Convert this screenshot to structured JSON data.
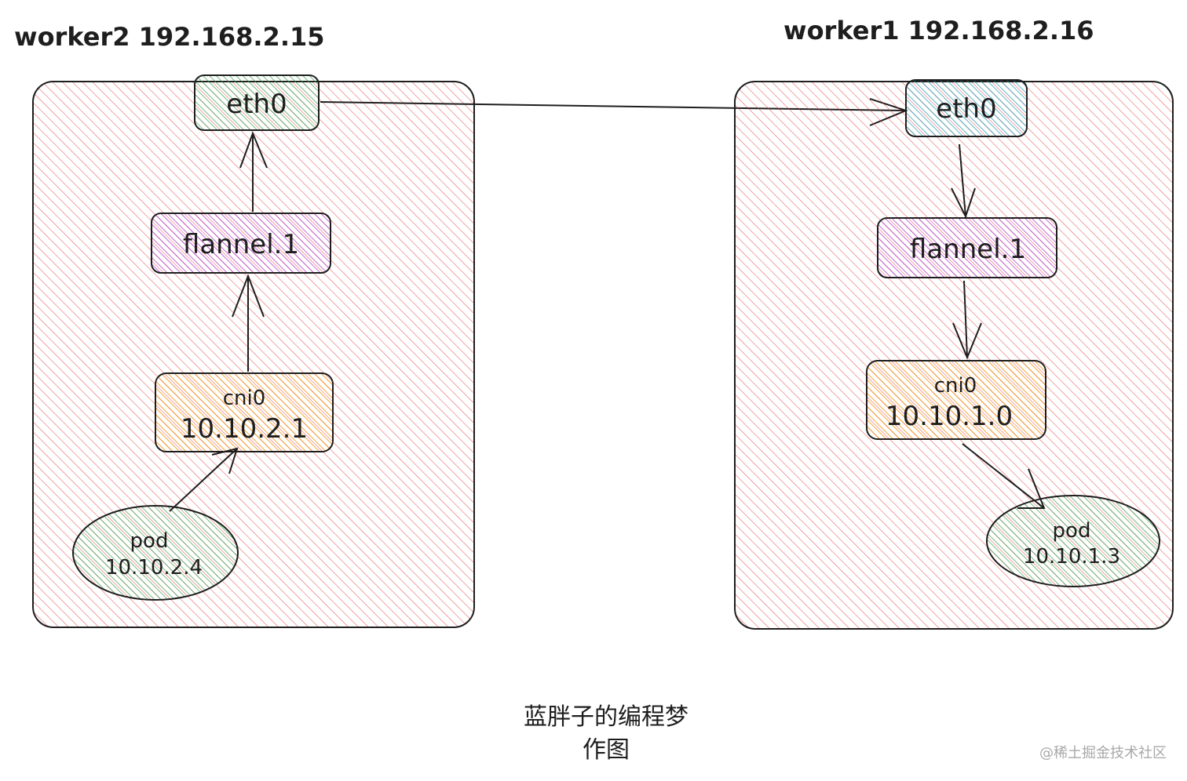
{
  "nodes": {
    "worker2": {
      "title": "worker2 192.168.2.15",
      "eth0": "eth0",
      "flannel": "flannel.1",
      "cni_name": "cni0",
      "cni_ip": "10.10.2.1",
      "pod_name": "pod",
      "pod_ip": "10.10.2.4"
    },
    "worker1": {
      "title": "worker1 192.168.2.16",
      "eth0": "eth0",
      "flannel": "flannel.1",
      "cni_name": "cni0",
      "cni_ip": "10.10.1.0",
      "pod_name": "pod",
      "pod_ip": "10.10.1.3"
    }
  },
  "caption": {
    "line1": "蓝胖子的编程梦",
    "line2": "作图"
  },
  "watermark": "@稀土掘金技术社区",
  "colors": {
    "node_hatch": "#e03131",
    "eth0_worker2": "#2f9e44",
    "eth0_worker1": "#1098ad",
    "flannel": "#ae3ec9",
    "cni": "#f08c00",
    "pod": "#2f9e44",
    "stroke": "#1e1e1e"
  }
}
